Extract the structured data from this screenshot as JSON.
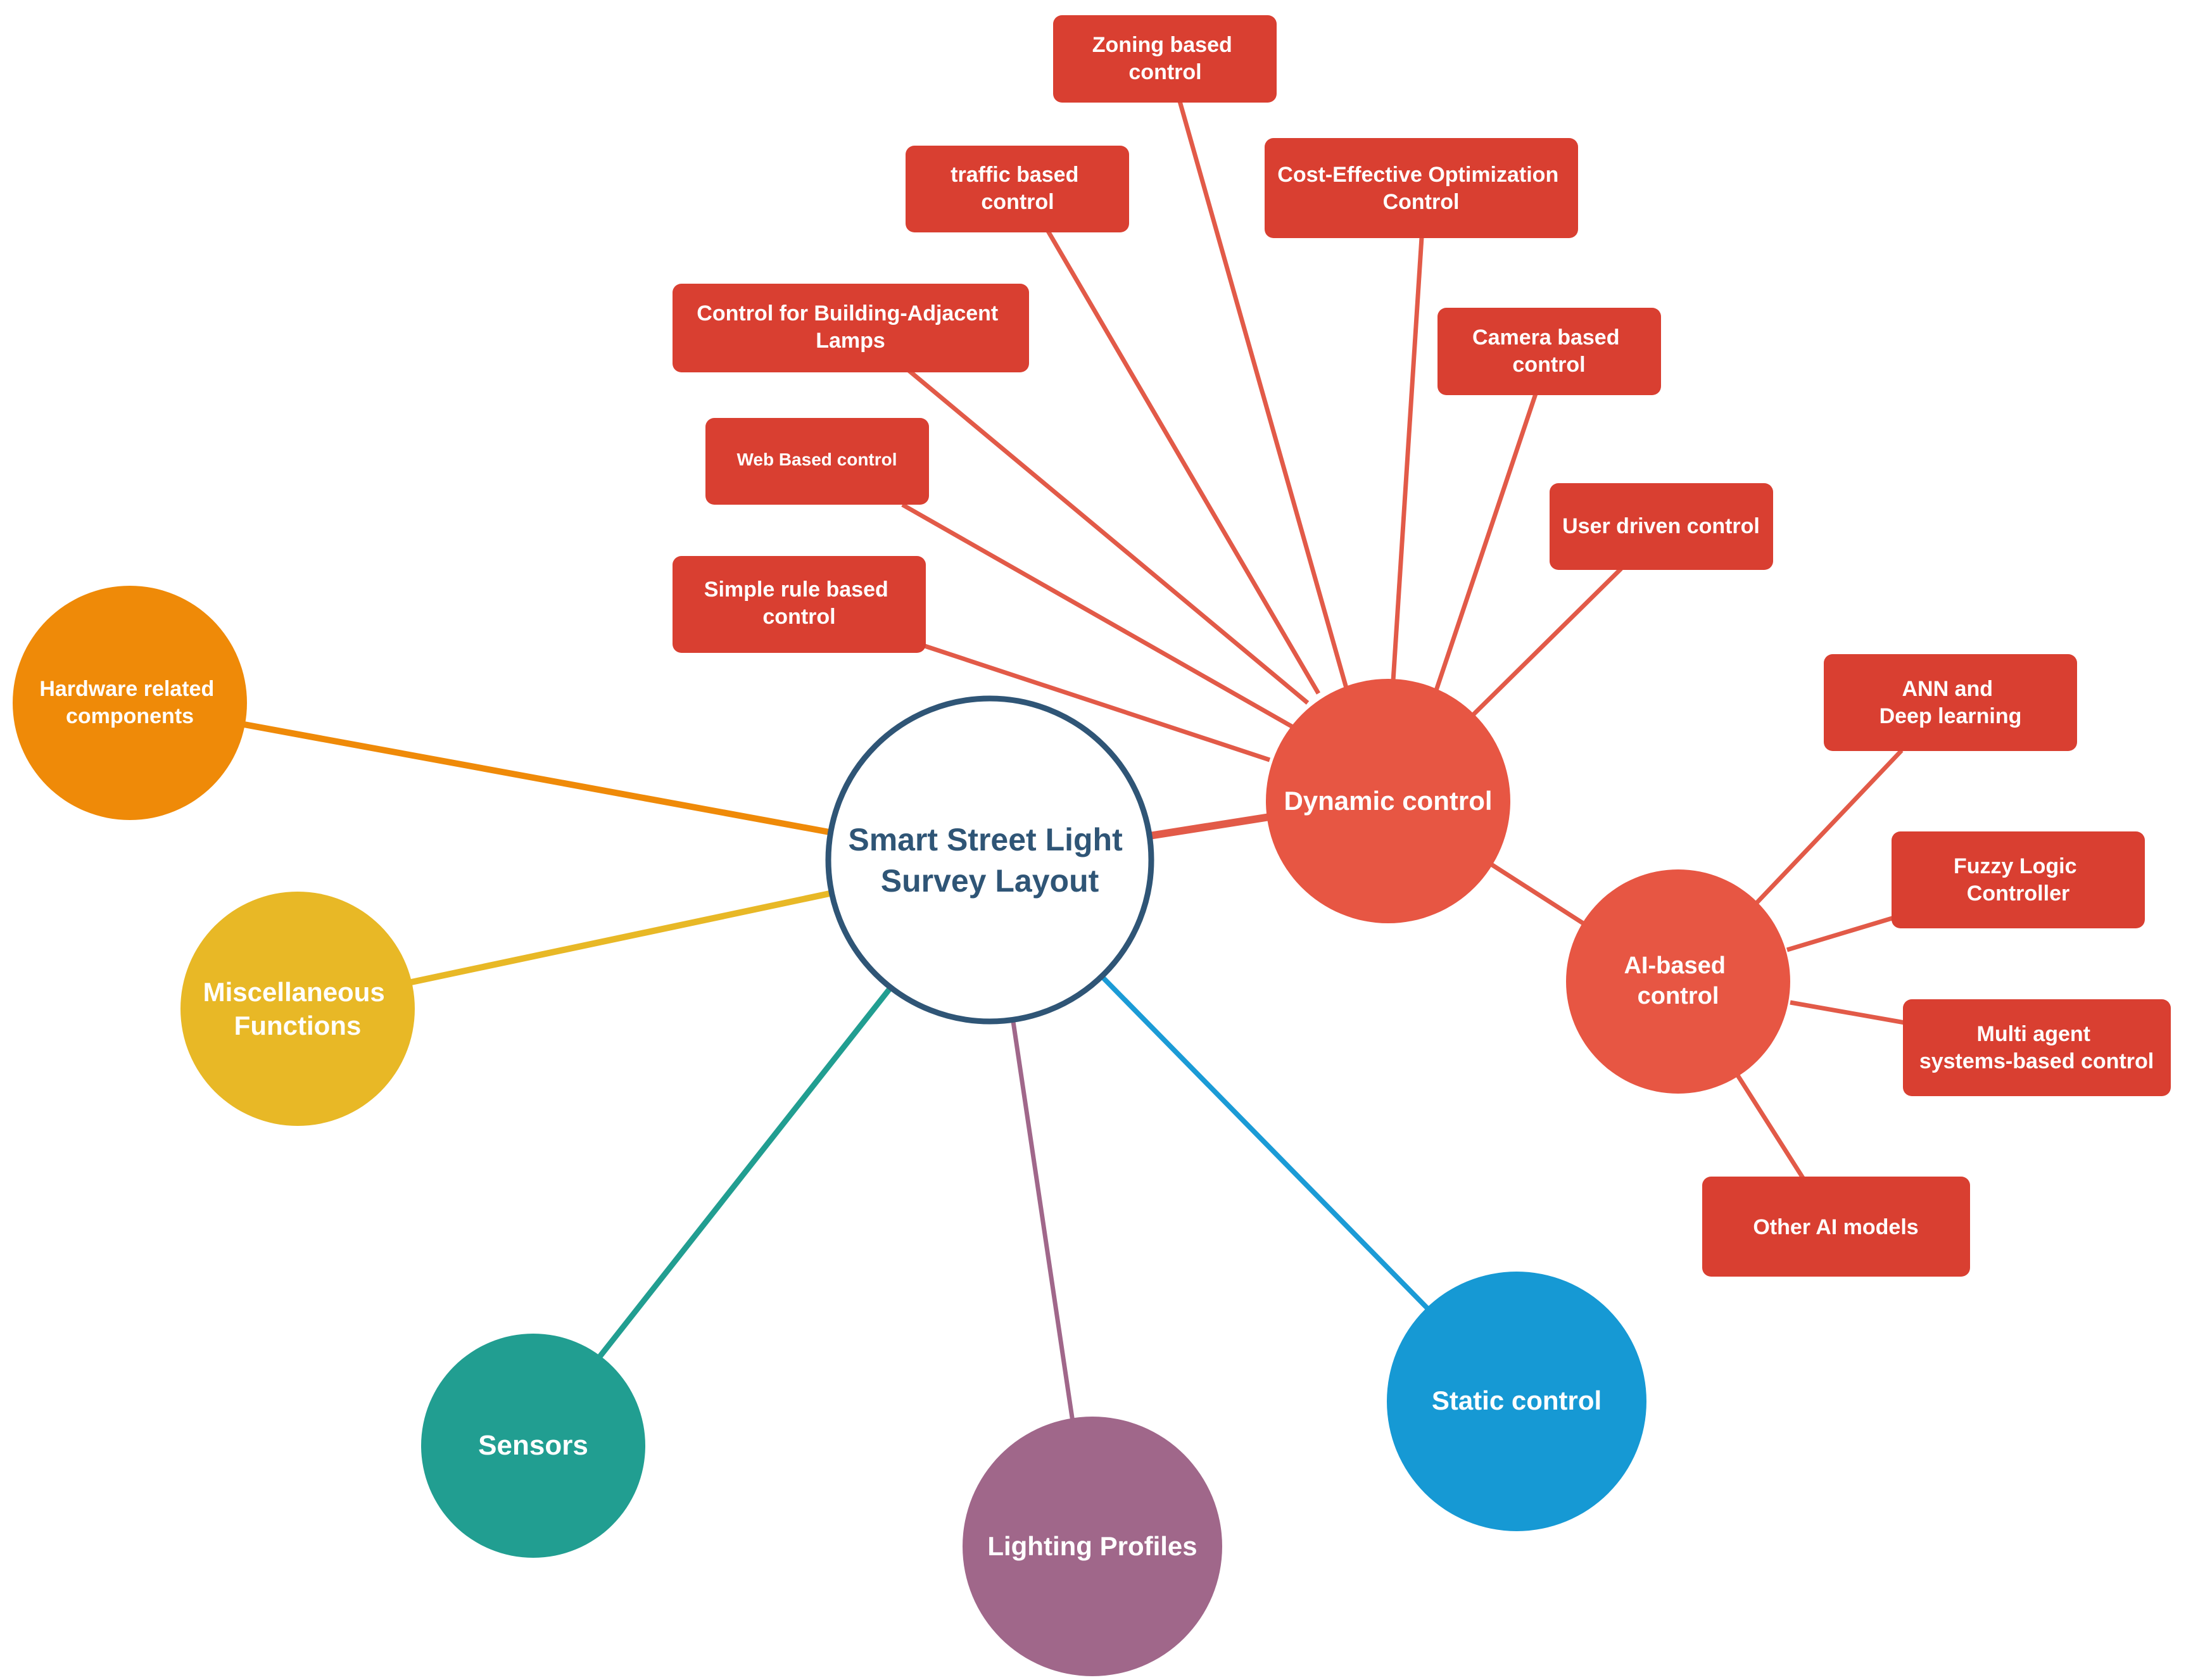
{
  "root": {
    "lines": [
      "Smart Street Light",
      "Survey Layout"
    ]
  },
  "branches": [
    {
      "id": "hardware",
      "lines": [
        "Hardware related",
        "components"
      ],
      "color": "#ef8a08"
    },
    {
      "id": "misc",
      "lines": [
        "Miscellaneous",
        "Functions"
      ],
      "color": "#e8b826"
    },
    {
      "id": "sensors",
      "lines": [
        "Sensors"
      ],
      "color": "#219e91"
    },
    {
      "id": "lighting",
      "lines": [
        "Lighting Profiles"
      ],
      "color": "#a0678a"
    },
    {
      "id": "static",
      "lines": [
        "Static control"
      ],
      "color": "#1699d4"
    },
    {
      "id": "dynamic",
      "lines": [
        "Dynamic control"
      ],
      "color": "#e75643"
    }
  ],
  "dynamic_children": [
    {
      "id": "zoning",
      "lines": [
        "Zoning based",
        "control"
      ]
    },
    {
      "id": "traffic",
      "lines": [
        "traffic based",
        "control"
      ]
    },
    {
      "id": "cost",
      "lines": [
        "Cost-Effective Optimization",
        "Control"
      ]
    },
    {
      "id": "building",
      "lines": [
        "Control for Building-Adjacent",
        "Lamps"
      ]
    },
    {
      "id": "camera",
      "lines": [
        "Camera based",
        "control"
      ]
    },
    {
      "id": "web",
      "lines": [
        "Web Based control"
      ]
    },
    {
      "id": "user",
      "lines": [
        "User driven control"
      ]
    },
    {
      "id": "simple",
      "lines": [
        "Simple rule based",
        "control"
      ]
    },
    {
      "id": "ai",
      "lines": [
        "AI-based",
        "control"
      ]
    }
  ],
  "ai_children": [
    {
      "id": "ann",
      "lines": [
        "ANN and",
        "Deep learning"
      ]
    },
    {
      "id": "fuzzy",
      "lines": [
        "Fuzzy Logic",
        "Controller"
      ]
    },
    {
      "id": "multi",
      "lines": [
        "Multi agent",
        "systems-based control"
      ]
    },
    {
      "id": "other",
      "lines": [
        "Other AI models"
      ]
    }
  ],
  "colors": {
    "root_border": "#2f5576",
    "root_text": "#2f5576",
    "box_fill": "#d93f31",
    "dynamic_line": "#e25a48"
  }
}
